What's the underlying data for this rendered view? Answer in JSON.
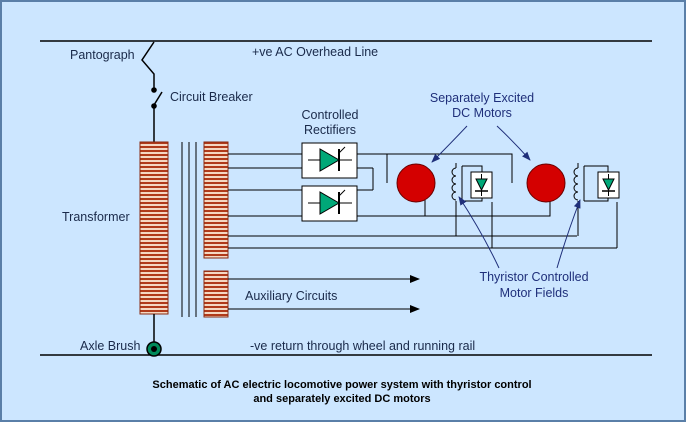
{
  "labels": {
    "pantograph": "Pantograph",
    "overhead_line": "+ve AC Overhead Line",
    "circuit_breaker": "Circuit Breaker",
    "controlled_rectifiers_l1": "Controlled",
    "controlled_rectifiers_l2": "Rectifiers",
    "motors_l1": "Separately Excited",
    "motors_l2": "DC Motors",
    "transformer": "Transformer",
    "auxiliary_circuits": "Auxiliary Circuits",
    "motor_fields_l1": "Thyristor Controlled",
    "motor_fields_l2": "Motor Fields",
    "axle_brush": "Axle Brush",
    "return_path": "-ve return through wheel and running rail"
  },
  "caption": {
    "line1": "Schematic of AC electric locomotive power system with thyristor control",
    "line2": "and separately excited DC motors"
  },
  "colors": {
    "background": "#cce6ff",
    "wire": "#000000",
    "motor": "#d40000",
    "diode": "#00a878",
    "coil_stripe": "#b03a1a",
    "coil_fill": "#f4d7c2",
    "arrow": "#1f2f7a",
    "axle_brush": "#008a5a"
  }
}
